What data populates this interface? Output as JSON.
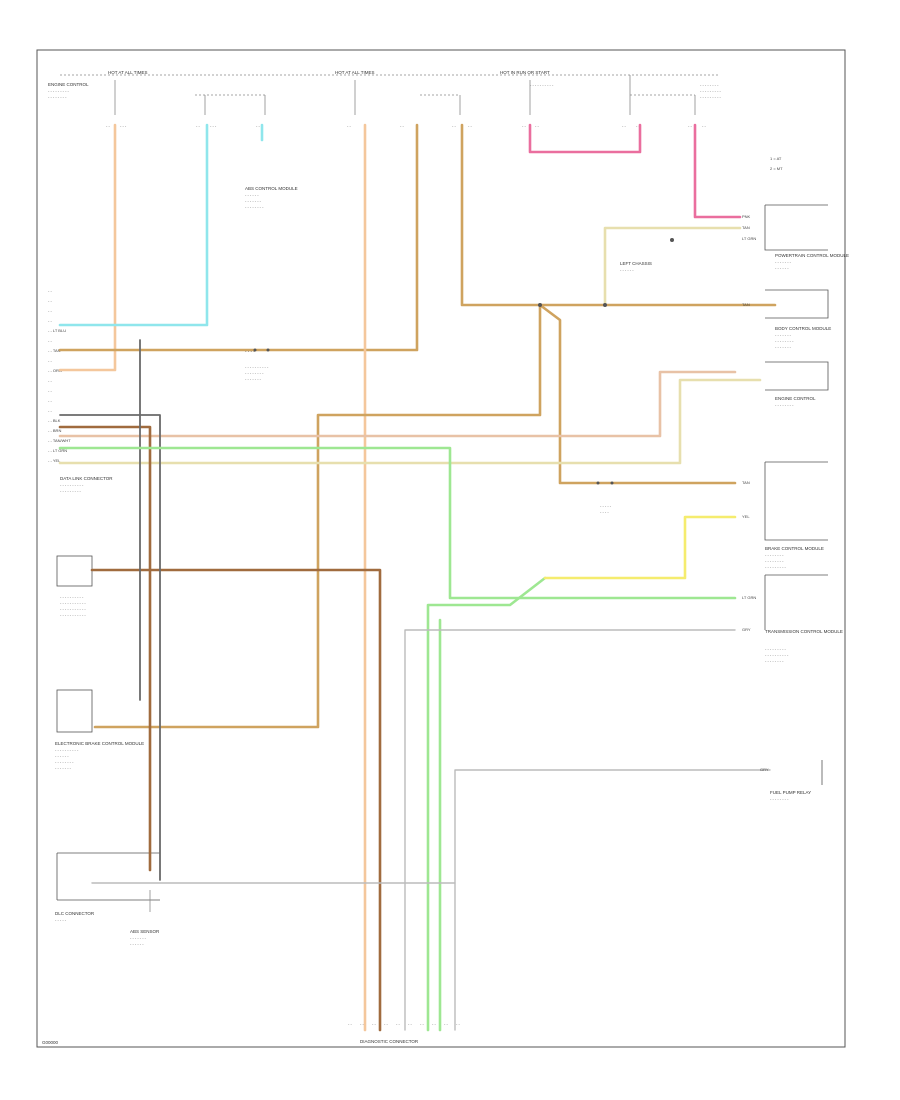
{
  "figure_code": "G00000",
  "colors": {
    "orange_wire": "#f4c79c",
    "cyan_wire": "#8fe6ec",
    "tan_wire": "#cfa35f",
    "pink_wire": "#ea6e9e",
    "green_wire": "#9ee792",
    "yellow_wire": "#f5ec6e",
    "brown_wire": "#a06b3e"
  },
  "top_bars": [
    {
      "text": "HOT AT ALL TIMES"
    },
    {
      "text": "HOT AT ALL TIMES"
    },
    {
      "text": "HOT IN RUN OR START"
    }
  ],
  "components": [
    {
      "text": "ENGINE CONTROL"
    },
    {
      "text": "ABS CONTROL MODULE"
    },
    {
      "text": "LEFT CHASSIS"
    },
    {
      "text": "POWERTRAIN CONTROL MODULE"
    },
    {
      "text": "BODY CONTROL MODULE"
    },
    {
      "text": "ENGINE CONTROL"
    },
    {
      "text": "ELECTRONIC BRAKE CONTROL MODULE"
    },
    {
      "text": "BRAKE CONTROL MODULE"
    },
    {
      "text": "TRANSMISSION CONTROL MODULE"
    },
    {
      "text": "DLC CONNECTOR"
    },
    {
      "text": "ABS SENSOR"
    },
    {
      "text": "DATA LINK CONNECTOR"
    },
    {
      "text": "FUEL PUMP RELAY"
    },
    {
      "text": "DIAGNOSTIC CONNECTOR"
    }
  ],
  "legend": [
    {
      "text": "1 = AT"
    },
    {
      "text": "2 = MT"
    }
  ],
  "wire_tags": [
    {
      "text": "ORN"
    },
    {
      "text": "LT BLU"
    },
    {
      "text": "TAN"
    },
    {
      "text": "BRN"
    },
    {
      "text": "PNK"
    },
    {
      "text": "TAN/WHT"
    },
    {
      "text": "LT GRN"
    },
    {
      "text": "YEL"
    },
    {
      "text": "BLK"
    },
    {
      "text": "GRY"
    }
  ]
}
